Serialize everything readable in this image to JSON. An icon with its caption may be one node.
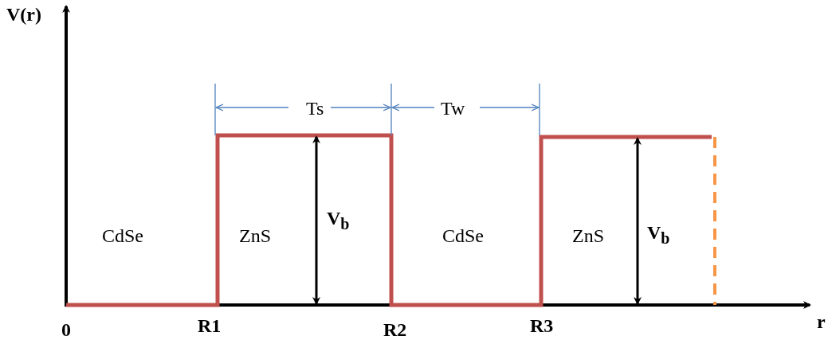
{
  "diagram": {
    "labels": [
      "V(r)",
      "Ts",
      "Tw",
      "CdSe",
      "ZnS",
      "V$_{b}$",
      "CdSe",
      "ZnS",
      "V$_{b}$",
      "0",
      "R1",
      "R2",
      "R3",
      "r"
    ]
  }
}
